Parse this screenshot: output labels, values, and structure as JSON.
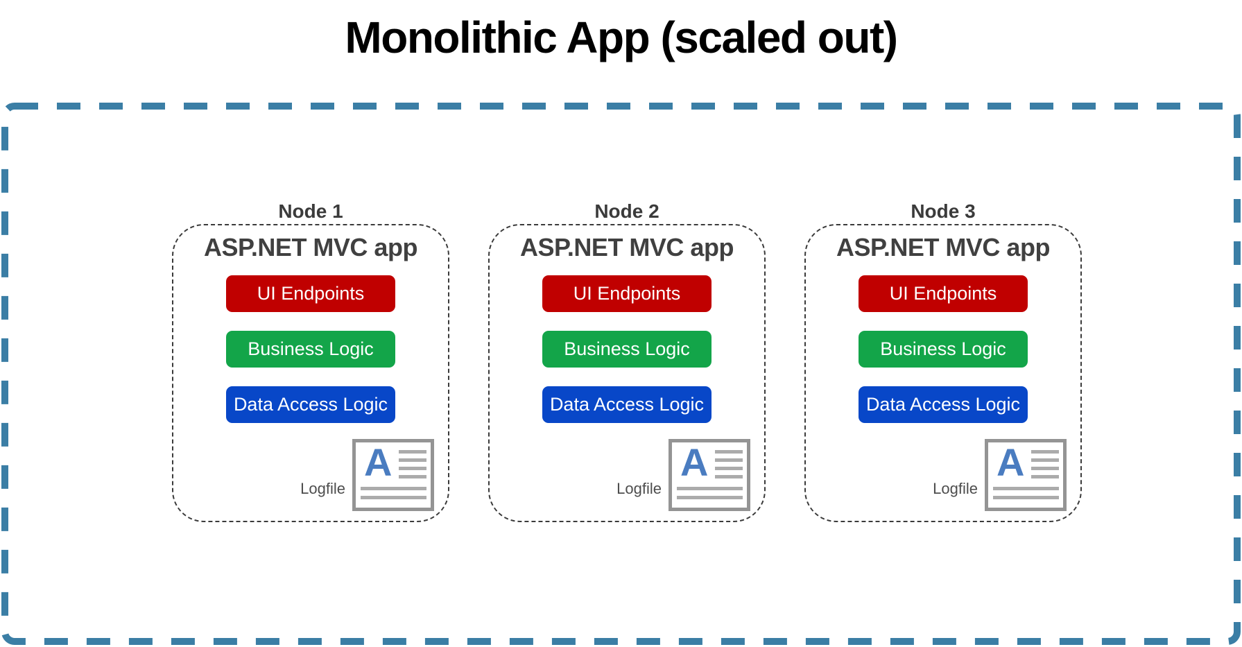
{
  "title": "Monolithic App (scaled out)",
  "colors": {
    "title-text": "#000000",
    "outer-border": "#3B7EA5",
    "node-border": "#3A3A3A",
    "node-label-text": "#3B3B3B",
    "heading-text": "#404040",
    "pill-red": "#C00000",
    "pill-green": "#13A549",
    "pill-blue": "#0847C8",
    "pill-text": "#FFFFFF",
    "logfile-text": "#4D4D4D",
    "icon-border": "#949494",
    "icon-line": "#ABABAB",
    "icon-letter": "#4A7CC0"
  },
  "nodes": [
    {
      "label": "Node 1",
      "app_title": "ASP.NET MVC app",
      "layers": [
        "UI Endpoints",
        "Business Logic",
        "Data Access Logic"
      ],
      "logfile_label": "Logfile",
      "logfile_icon_letter": "A"
    },
    {
      "label": "Node 2",
      "app_title": "ASP.NET MVC app",
      "layers": [
        "UI Endpoints",
        "Business Logic",
        "Data Access Logic"
      ],
      "logfile_label": "Logfile",
      "logfile_icon_letter": "A"
    },
    {
      "label": "Node 3",
      "app_title": "ASP.NET MVC app",
      "layers": [
        "UI Endpoints",
        "Business Logic",
        "Data Access Logic"
      ],
      "logfile_label": "Logfile",
      "logfile_icon_letter": "A"
    }
  ]
}
